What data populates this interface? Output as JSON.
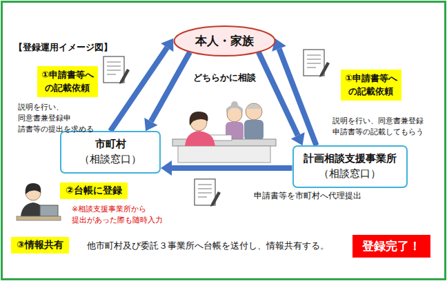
{
  "diagram": {
    "title": "【登録運用イメージ図】",
    "nodes": [
      {
        "text": [
          "本人・家族"
        ]
      },
      {
        "text": [
          "①申請書等へ の記載依頼"
        ]
      },
      {
        "text": [
          "①申請書等へ の記載依頼"
        ]
      },
      {
        "text": [
          "市町村",
          "（相談窓口）"
        ]
      },
      {
        "text": [
          "計画相談支援事業所",
          "（相談窓口）"
        ]
      },
      {
        "text": [
          "②台帳に登録"
        ]
      },
      {
        "text": [
          "③情報共有"
        ]
      },
      {
        "text": [
          "登録完了！"
        ]
      }
    ],
    "edges": [
      {
        "from": 3,
        "to": 0,
        "arrow": "to"
      },
      {
        "from": 0,
        "to": 3,
        "arrow": "to"
      },
      {
        "from": 4,
        "to": 0,
        "arrow": "to"
      },
      {
        "from": 0,
        "to": 4,
        "arrow": "to"
      },
      {
        "from": 4,
        "to": 3,
        "arrow": "to"
      }
    ],
    "labels": [
      "どちらかに相談",
      "説明を行い、同意書兼登録申 請書等の提出を求める",
      "説明を行い、同意書兼登録 申請書等の記載してもらう",
      "申請書等を市町村へ代理提出",
      "※相談支援事業所から 提出があった際も随時入力",
      "他市町村及び委託３事業所へ台帳を送付し、情報共有する。"
    ]
  }
}
